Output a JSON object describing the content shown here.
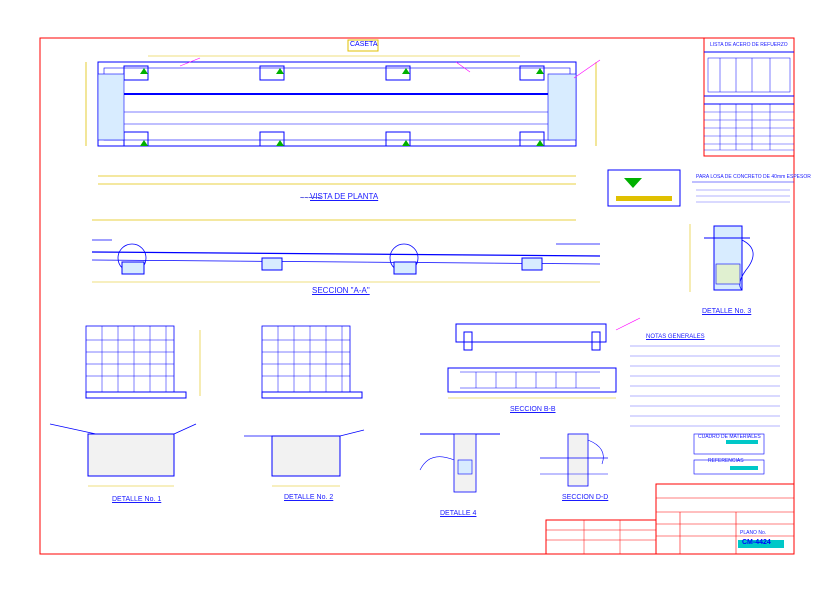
{
  "drawing": {
    "labels": {
      "caseta": "CASETA",
      "vista_planta": "VISTA DE PLANTA",
      "seccion_aa": "SECCION \"A-A\"",
      "detalle_3": "DETALLE No. 3",
      "seccion_bb": "SECCION B-B",
      "detalle_1": "DETALLE No. 1",
      "detalle_2": "DETALLE No. 2",
      "detalle_4": "DETALLE 4",
      "seccion_dd": "SECCION D-D",
      "notas_generales": "NOTAS GENERALES",
      "cuadro_materiales": "CUADRO DE MATERIALES",
      "referencias": "REFERENCIAS",
      "plano_no": "PLANO No.",
      "plano_code": "CM-4424",
      "lista_acero": "LISTA DE ACERO DE REFUERZO",
      "losa_concreto": "PARA LOSA DE CONCRETO DE 40mm ESPESOR"
    }
  },
  "colors": {
    "background": "#ffffff",
    "border": "#ff0000",
    "geometry": "#0000ff",
    "dimension": "#e0c000",
    "hatch": "#00b000",
    "text": "#0000cc",
    "accent": "#00c8c8",
    "highlight": "#ff00ff"
  }
}
